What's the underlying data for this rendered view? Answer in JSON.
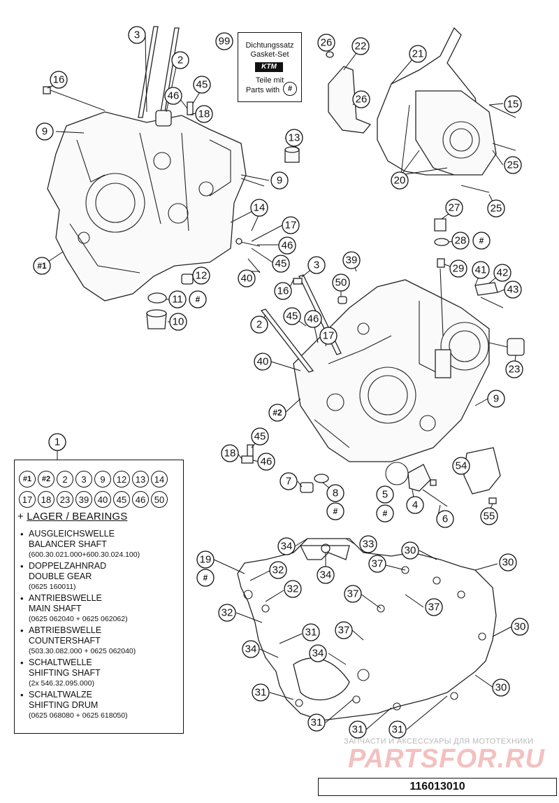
{
  "drawing_number": "116013010",
  "callouts": {
    "c3_top": "3",
    "c2_top": "2",
    "c99": "99",
    "c26_a": "26",
    "c22": "22",
    "c21": "21",
    "c16_top": "16",
    "c45_top": "45",
    "c46_top": "46",
    "c18_top": "18",
    "c9_left": "9",
    "c26_b": "26",
    "c15": "15",
    "c13": "13",
    "c25_a": "25",
    "c20": "20",
    "c9_mid": "9",
    "c27": "27",
    "c25_b": "25",
    "c14": "14",
    "c17_top": "17",
    "c28": "28",
    "c28_hash": "#",
    "c46_mid": "46",
    "c45_mid": "45",
    "c1_hash": "#1",
    "c39": "39",
    "c3_mid": "3",
    "c29": "29",
    "c41": "41",
    "c42": "42",
    "c40_top": "40",
    "c12": "12",
    "c50": "50",
    "c43": "43",
    "c11": "11",
    "c11_hash": "#",
    "c16_mid": "16",
    "c10": "10",
    "c2_mid": "2",
    "c45_low": "45",
    "c46_low": "46",
    "c17_low": "17",
    "c23": "23",
    "c40_mid": "40",
    "c2_hash": "#2",
    "c9_right": "9",
    "c1": "1",
    "c45_b": "45",
    "c18_b": "18",
    "c46_b": "46",
    "c54": "54",
    "c7": "7",
    "c8": "8",
    "c8_hash": "#",
    "c5": "5",
    "c5_hash": "#",
    "c4": "4",
    "c6": "6",
    "c55": "55",
    "c34_a": "34",
    "c33": "33",
    "c30_a": "30",
    "c30_b": "30",
    "c19": "19",
    "c19_hash": "#",
    "c32_a": "32",
    "c34_b": "34",
    "c37_a": "37",
    "c32_b": "32",
    "c37_b": "37",
    "c37_c": "37",
    "c32_c": "32",
    "c30_c": "30",
    "c31_a": "31",
    "c37_d": "37",
    "c34_c": "34",
    "c34_d": "34",
    "c30_d": "30",
    "c31_b": "31",
    "c31_c": "31",
    "c31_d": "31",
    "c31_e": "31"
  },
  "gasket_kit": {
    "line1": "Dichtungssatz",
    "line2": "Gasket-Set",
    "logo": "KTM",
    "line3": "Teile mit",
    "line4": "Parts with",
    "hash": "#"
  },
  "legend": {
    "chips_row1": [
      "#1",
      "#2",
      "2",
      "3",
      "9",
      "12",
      "13",
      "14"
    ],
    "chips_row2": [
      "17",
      "18",
      "23",
      "39",
      "40",
      "45",
      "46",
      "50"
    ],
    "heading_prefix": "+",
    "heading": "LAGER / BEARINGS",
    "bearings": [
      {
        "de": "AUSGLEICHSWELLE",
        "en": "BALANCER SHAFT",
        "num": "(600.30.021.000+600.30.024.100)"
      },
      {
        "de": "DOPPELZAHNRAD",
        "en": "DOUBLE GEAR",
        "num": "(0625 160011)"
      },
      {
        "de": "ANTRIEBSWELLE",
        "en": "MAIN SHAFT",
        "num": "(0625 062040 + 0625 062062)"
      },
      {
        "de": "ABTRIEBSWELLE",
        "en": "COUNTERSHAFT",
        "num": "(503.30.082.000 + 0625 062040)"
      },
      {
        "de": "SCHALTWELLE",
        "en": "SHIFTING SHAFT",
        "num": "(2x 546.32.095.000)"
      },
      {
        "de": "SCHALTWALZE",
        "en": "SHIFTING DRUM",
        "num": "(0625 068080 + 0625 618050)"
      }
    ]
  },
  "watermark": {
    "caption": "ЗАПЧАСТИ И АКСЕССУАРЫ ДЛЯ МОТОТЕХНИКИ",
    "logo": "PARTSFOR.RU"
  }
}
